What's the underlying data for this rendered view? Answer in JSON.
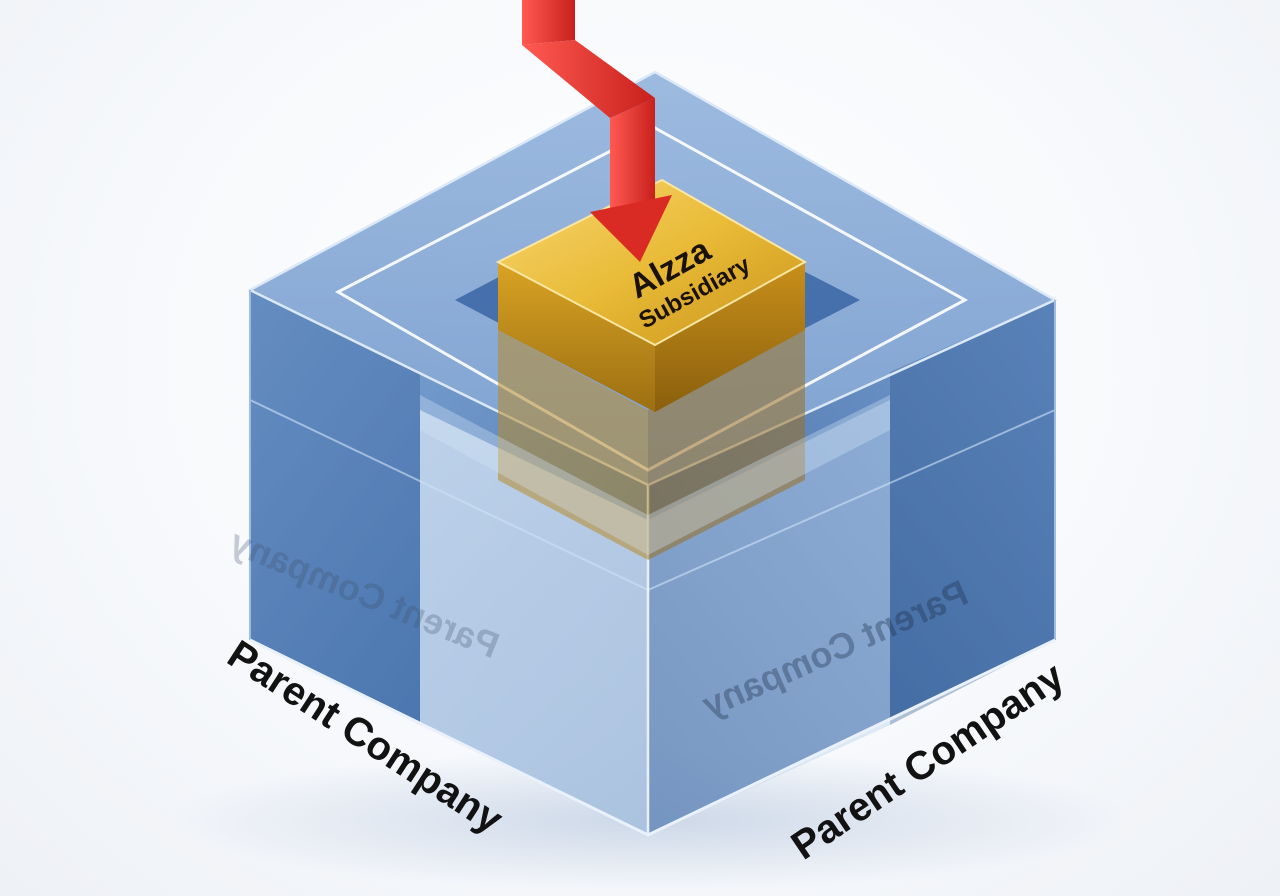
{
  "subsidiary": {
    "name": "Alzza",
    "label": "Subsidiary"
  },
  "parent": {
    "left_label": "Parent Company",
    "right_label": "Parent Company",
    "ghost_left": "Parent Company",
    "ghost_right": "Parent Company"
  },
  "colors": {
    "cube_blue": "#4a78b8",
    "gold": "#e0b02c",
    "arrow_red": "#e0332e",
    "label_dark": "#121212"
  },
  "icons": {
    "arrow": "red-arrow-icon"
  }
}
